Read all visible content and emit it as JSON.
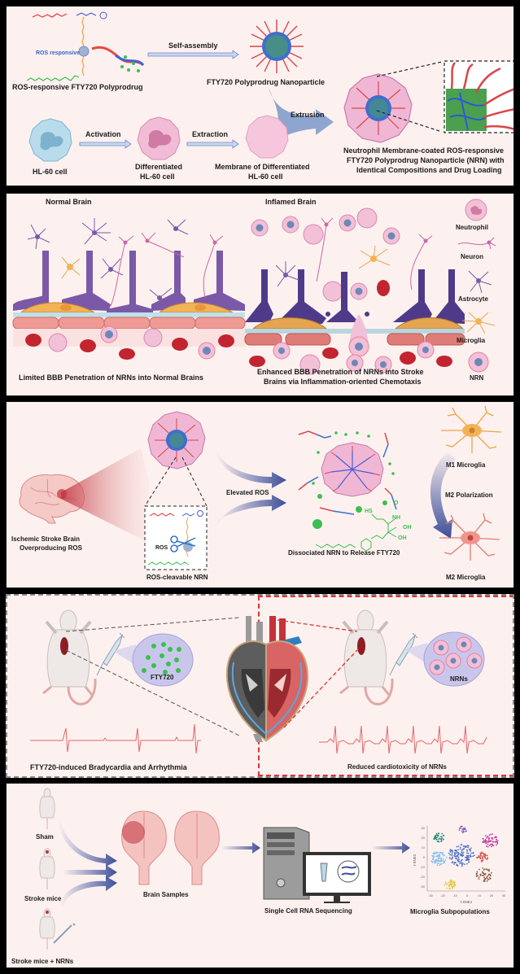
{
  "panel1": {
    "ros_responsive_tag": "ROS responsive",
    "polyprodrug_label": "ROS-responsive FTY720 Polyprodrug",
    "self_assembly_label": "Self-assembly",
    "nanoparticle_label": "FTY720 Polyprodrug Nanoparticle",
    "extrusion_label": "Extrusion",
    "hl60_label": "HL-60 cell",
    "activation_label": "Activation",
    "differentiated_label_1": "Differentiated",
    "differentiated_label_2": "HL-60 cell",
    "extraction_label": "Extraction",
    "membrane_label_1": "Membrane of Differentiated",
    "membrane_label_2": "HL-60 cell",
    "nrn_label_1": "Neutrophil Membrane-coated ROS-responsive",
    "nrn_label_2": "FTY720 Polyprodrug Nanoparticle (NRN) with",
    "nrn_label_3": "Identical Compositions and Drug Loading"
  },
  "panel2": {
    "normal_brain_title": "Normal Brain",
    "inflamed_brain_title": "Inflamed Brain",
    "normal_caption": "Limited BBB Penetration of NRNs into Normal Brains",
    "inflamed_caption_1": "Enhanced BBB Penetration of NRNs into Stroke",
    "inflamed_caption_2": "Brains via Inflammation-oriented Chemotaxis",
    "legend": [
      "Neutrophil",
      "Neuron",
      "Astrocyte",
      "Microglia",
      "NRN"
    ]
  },
  "panel3": {
    "stroke_brain_1": "Ischemic Stroke Brain",
    "stroke_brain_2": "Overproducing ROS",
    "ros_label": "ROS",
    "cleavable_label": "ROS-cleavable NRN",
    "elevated_ros_label": "Elevated ROS",
    "dissociated_label": "Dissociated NRN to Release FTY720",
    "chem_hs": "HS",
    "chem_nh": "NH",
    "chem_oh1": "OH",
    "chem_oh2": "OH",
    "chem_o": "O",
    "m1_label": "M1 Microglia",
    "m2_polarization_label": "M2 Polarization",
    "m2_label": "M2 Microglia"
  },
  "panel4": {
    "fty720_bubble_label": "FTY720",
    "nrns_bubble_label": "NRNs",
    "left_caption": "FTY720-induced Bradycardia and Arrhythmia",
    "right_caption": "Reduced cardiotoxicity of NRNs"
  },
  "panel5": {
    "sham_label": "Sham",
    "stroke_label": "Stroke mice",
    "stroke_nrn_label": "Stroke mice + NRNs",
    "brain_samples_label": "Brain Samples",
    "scrna_label": "Single Cell RNA Sequencing",
    "subpop_label": "Microglia Subpopulations",
    "tsne_xlabel": "t-SNE1",
    "tsne_ylabel": "t-SNE2",
    "tsne_xticks": [
      "-30",
      "-20",
      "-10",
      "0",
      "10",
      "20",
      "30"
    ],
    "tsne_yticks": [
      "30",
      "20",
      "10",
      "0",
      "-10",
      "-20",
      "-30"
    ]
  },
  "colors": {
    "panel_bg": "#fdf1ef",
    "arrow_blue": "#3d4f9a",
    "arrow_light": "#8aa3d6",
    "membrane_pink": "#e9a6c6",
    "rbc_red": "#c2252f",
    "astrocyte_purple": "#7b59a8",
    "microglia_orange": "#e8a544",
    "fty_green": "#3bbf4f",
    "ecg_red": "#e3646a"
  }
}
